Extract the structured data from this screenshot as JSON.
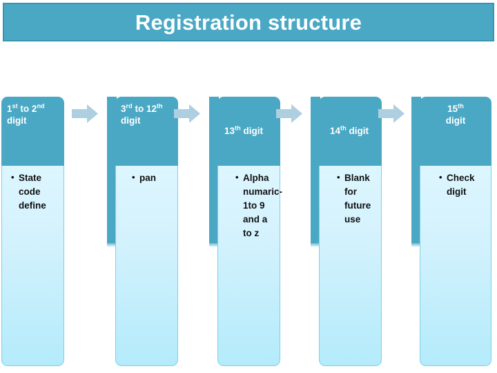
{
  "header": {
    "title": "Registration structure",
    "background": "#4aa8c4",
    "border_color": "#3b93ae",
    "text_color": "#ffffff"
  },
  "theme": {
    "header_box_color": "#4aa8c4",
    "body_box_top_color": "#ddf6ff",
    "body_box_bottom_color": "#b4ebfb",
    "body_border_color": "#7ed0e4",
    "arrow_color": "#aecfe0",
    "body_text_color": "#101010"
  },
  "diagram": {
    "type": "process-flow",
    "columns": [
      {
        "id": "digits-1-2",
        "header_html": "1<sup>st</sup> to 2<sup>nd</sup> digit",
        "header_plain": "1st to 2nd digit",
        "header_align": "left",
        "items": [
          "State code define"
        ]
      },
      {
        "id": "digits-3-12",
        "header_html": "3<sup>rd</sup> to 12<sup>th</sup> digit",
        "header_plain": "3rd to 12th digit",
        "header_align": "left",
        "items": [
          "pan"
        ]
      },
      {
        "id": "digit-13",
        "header_html": "13<sup>th</sup> digit",
        "header_plain": "13th digit",
        "header_align": "left-middle",
        "items": [
          "Alpha numaric-1to 9 and a to z"
        ]
      },
      {
        "id": "digit-14",
        "header_html": "14<sup>th</sup> digit",
        "header_plain": "14th digit",
        "header_align": "left-middle",
        "items": [
          "Blank for future use"
        ]
      },
      {
        "id": "digit-15",
        "header_html": "15<sup>th</sup> digit",
        "header_plain": "15th digit",
        "header_align": "center",
        "items": [
          "Check digit"
        ]
      }
    ],
    "arrows": [
      {
        "id": "arrow-1",
        "from": "digits-1-2",
        "to": "digits-3-12"
      },
      {
        "id": "arrow-2",
        "from": "digits-3-12",
        "to": "digit-13"
      },
      {
        "id": "arrow-3",
        "from": "digit-13",
        "to": "digit-14"
      },
      {
        "id": "arrow-4",
        "from": "digit-14",
        "to": "digit-15"
      }
    ]
  }
}
